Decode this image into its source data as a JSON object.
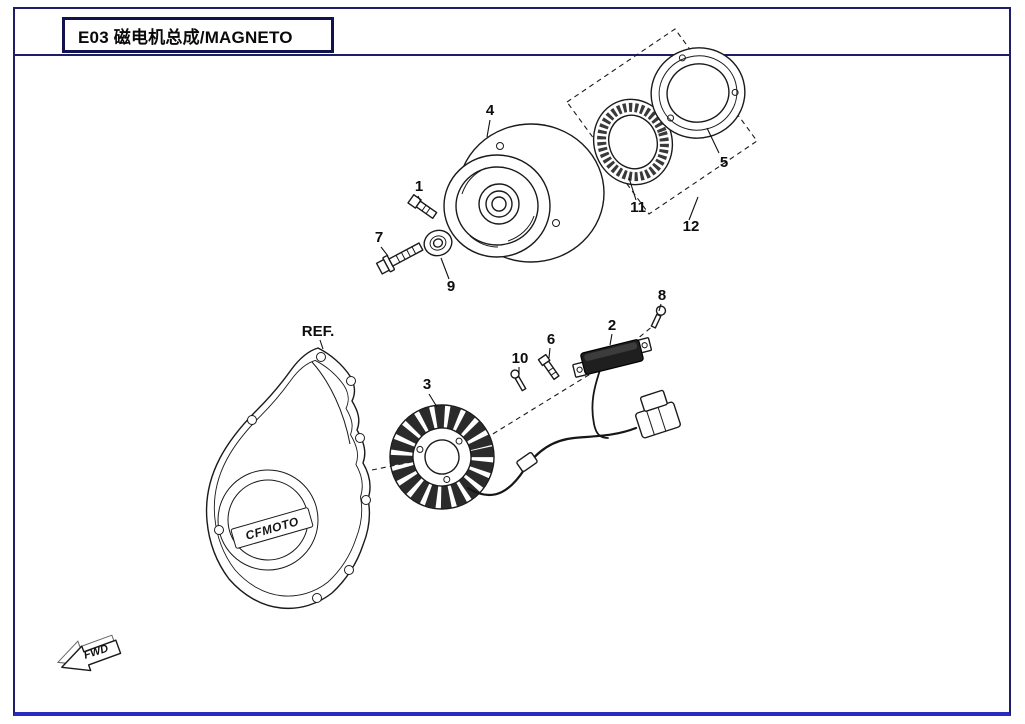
{
  "page": {
    "title": "E03 磁电机总成/MAGNETO"
  },
  "diagram": {
    "callouts": {
      "n1": "1",
      "n2": "2",
      "n3": "3",
      "n4": "4",
      "n5": "5",
      "n6": "6",
      "n7": "7",
      "n8": "8",
      "n9": "9",
      "n10": "10",
      "n11": "11",
      "n12": "12",
      "ref": "REF."
    },
    "fwd": "FWD",
    "logo": "CFMOTO"
  }
}
